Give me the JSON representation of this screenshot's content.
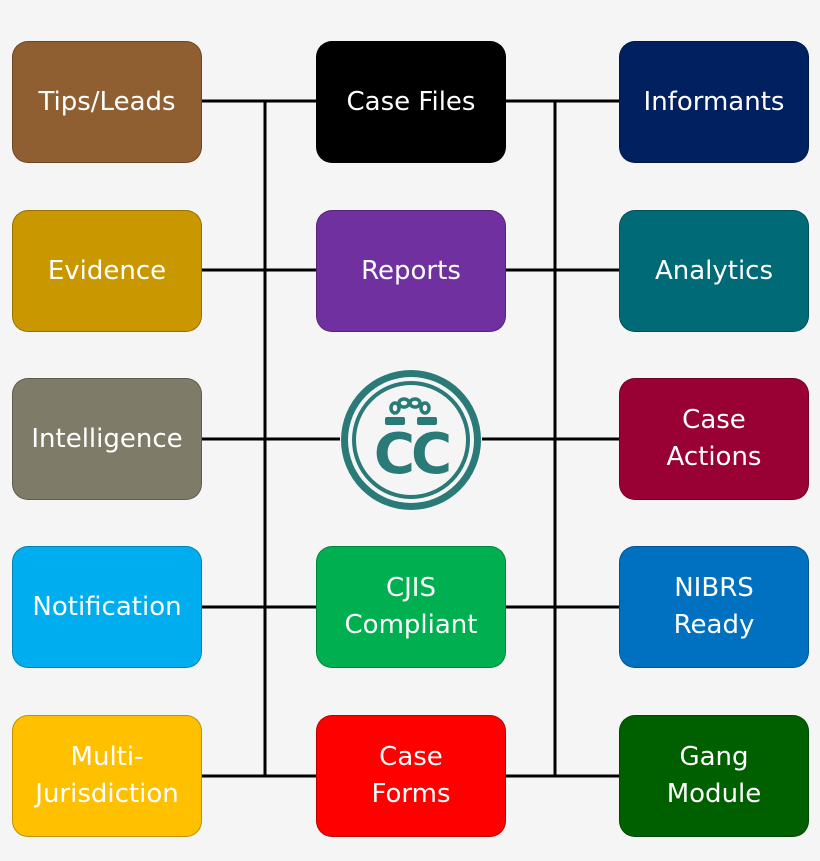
{
  "colors": {
    "background": "#f5f5f5",
    "connector": "#000000",
    "logo": "#2a7a78"
  },
  "logo": {
    "icon": "handcuffs-cc-icon",
    "text": "CC"
  },
  "left_column": [
    {
      "label": "Tips/Leads",
      "color": "#8f5f32"
    },
    {
      "label": "Evidence",
      "color": "#c99700"
    },
    {
      "label": "Intelligence",
      "color": "#7f7b69"
    },
    {
      "label": "Notification",
      "color": "#00aeef"
    },
    {
      "label": "Multi-\nJurisdiction",
      "color": "#ffc000"
    }
  ],
  "center_column": [
    {
      "label": "Case Files",
      "color": "#000000"
    },
    {
      "label": "Reports",
      "color": "#7030a0"
    },
    {
      "label": "CJIS\nCompliant",
      "color": "#00b050"
    },
    {
      "label": "Case\nForms",
      "color": "#ff0000"
    }
  ],
  "right_column": [
    {
      "label": "Informants",
      "color": "#002060"
    },
    {
      "label": "Analytics",
      "color": "#006b76"
    },
    {
      "label": "Case\nActions",
      "color": "#990033"
    },
    {
      "label": "NIBRS\nReady",
      "color": "#0070c0"
    },
    {
      "label": "Gang\nModule",
      "color": "#006000"
    }
  ]
}
